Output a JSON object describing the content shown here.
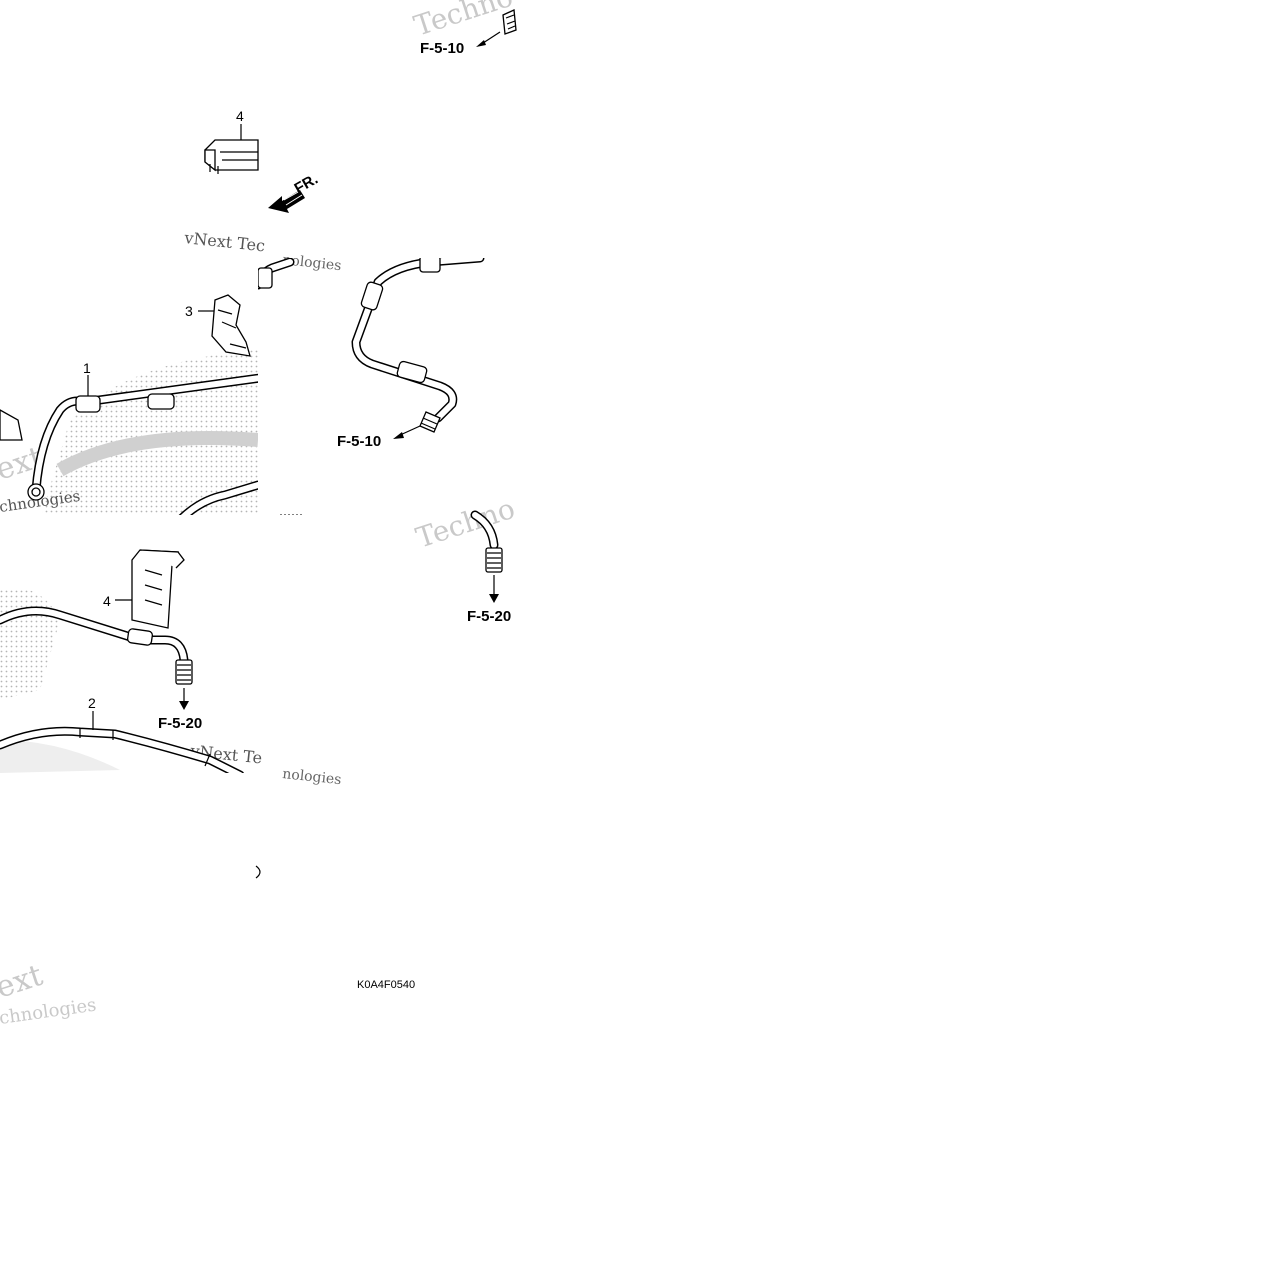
{
  "diagram": {
    "references": {
      "ref_top": "F-5-10",
      "ref_mid": "F-5-10",
      "ref_left": "F-5-20",
      "ref_right": "F-5-20"
    },
    "callouts": {
      "c1": "1",
      "c2": "2",
      "c3": "3",
      "c4_top": "4",
      "c4_bottom": "4"
    },
    "direction_label": "FR.",
    "drawing_code": "K0A4F0540",
    "watermarks": {
      "w1": "Techno",
      "w2": "vNext Tec",
      "w3": "nologies",
      "w4": "ext",
      "w5": "chnologies",
      "w6": "Techno",
      "w7": "vNext Te",
      "w8": "nologies",
      "w9": "ext",
      "w10": "chnologies"
    },
    "colors": {
      "line": "#000000",
      "watermark": "#c9c9c9",
      "background": "#ffffff"
    }
  }
}
